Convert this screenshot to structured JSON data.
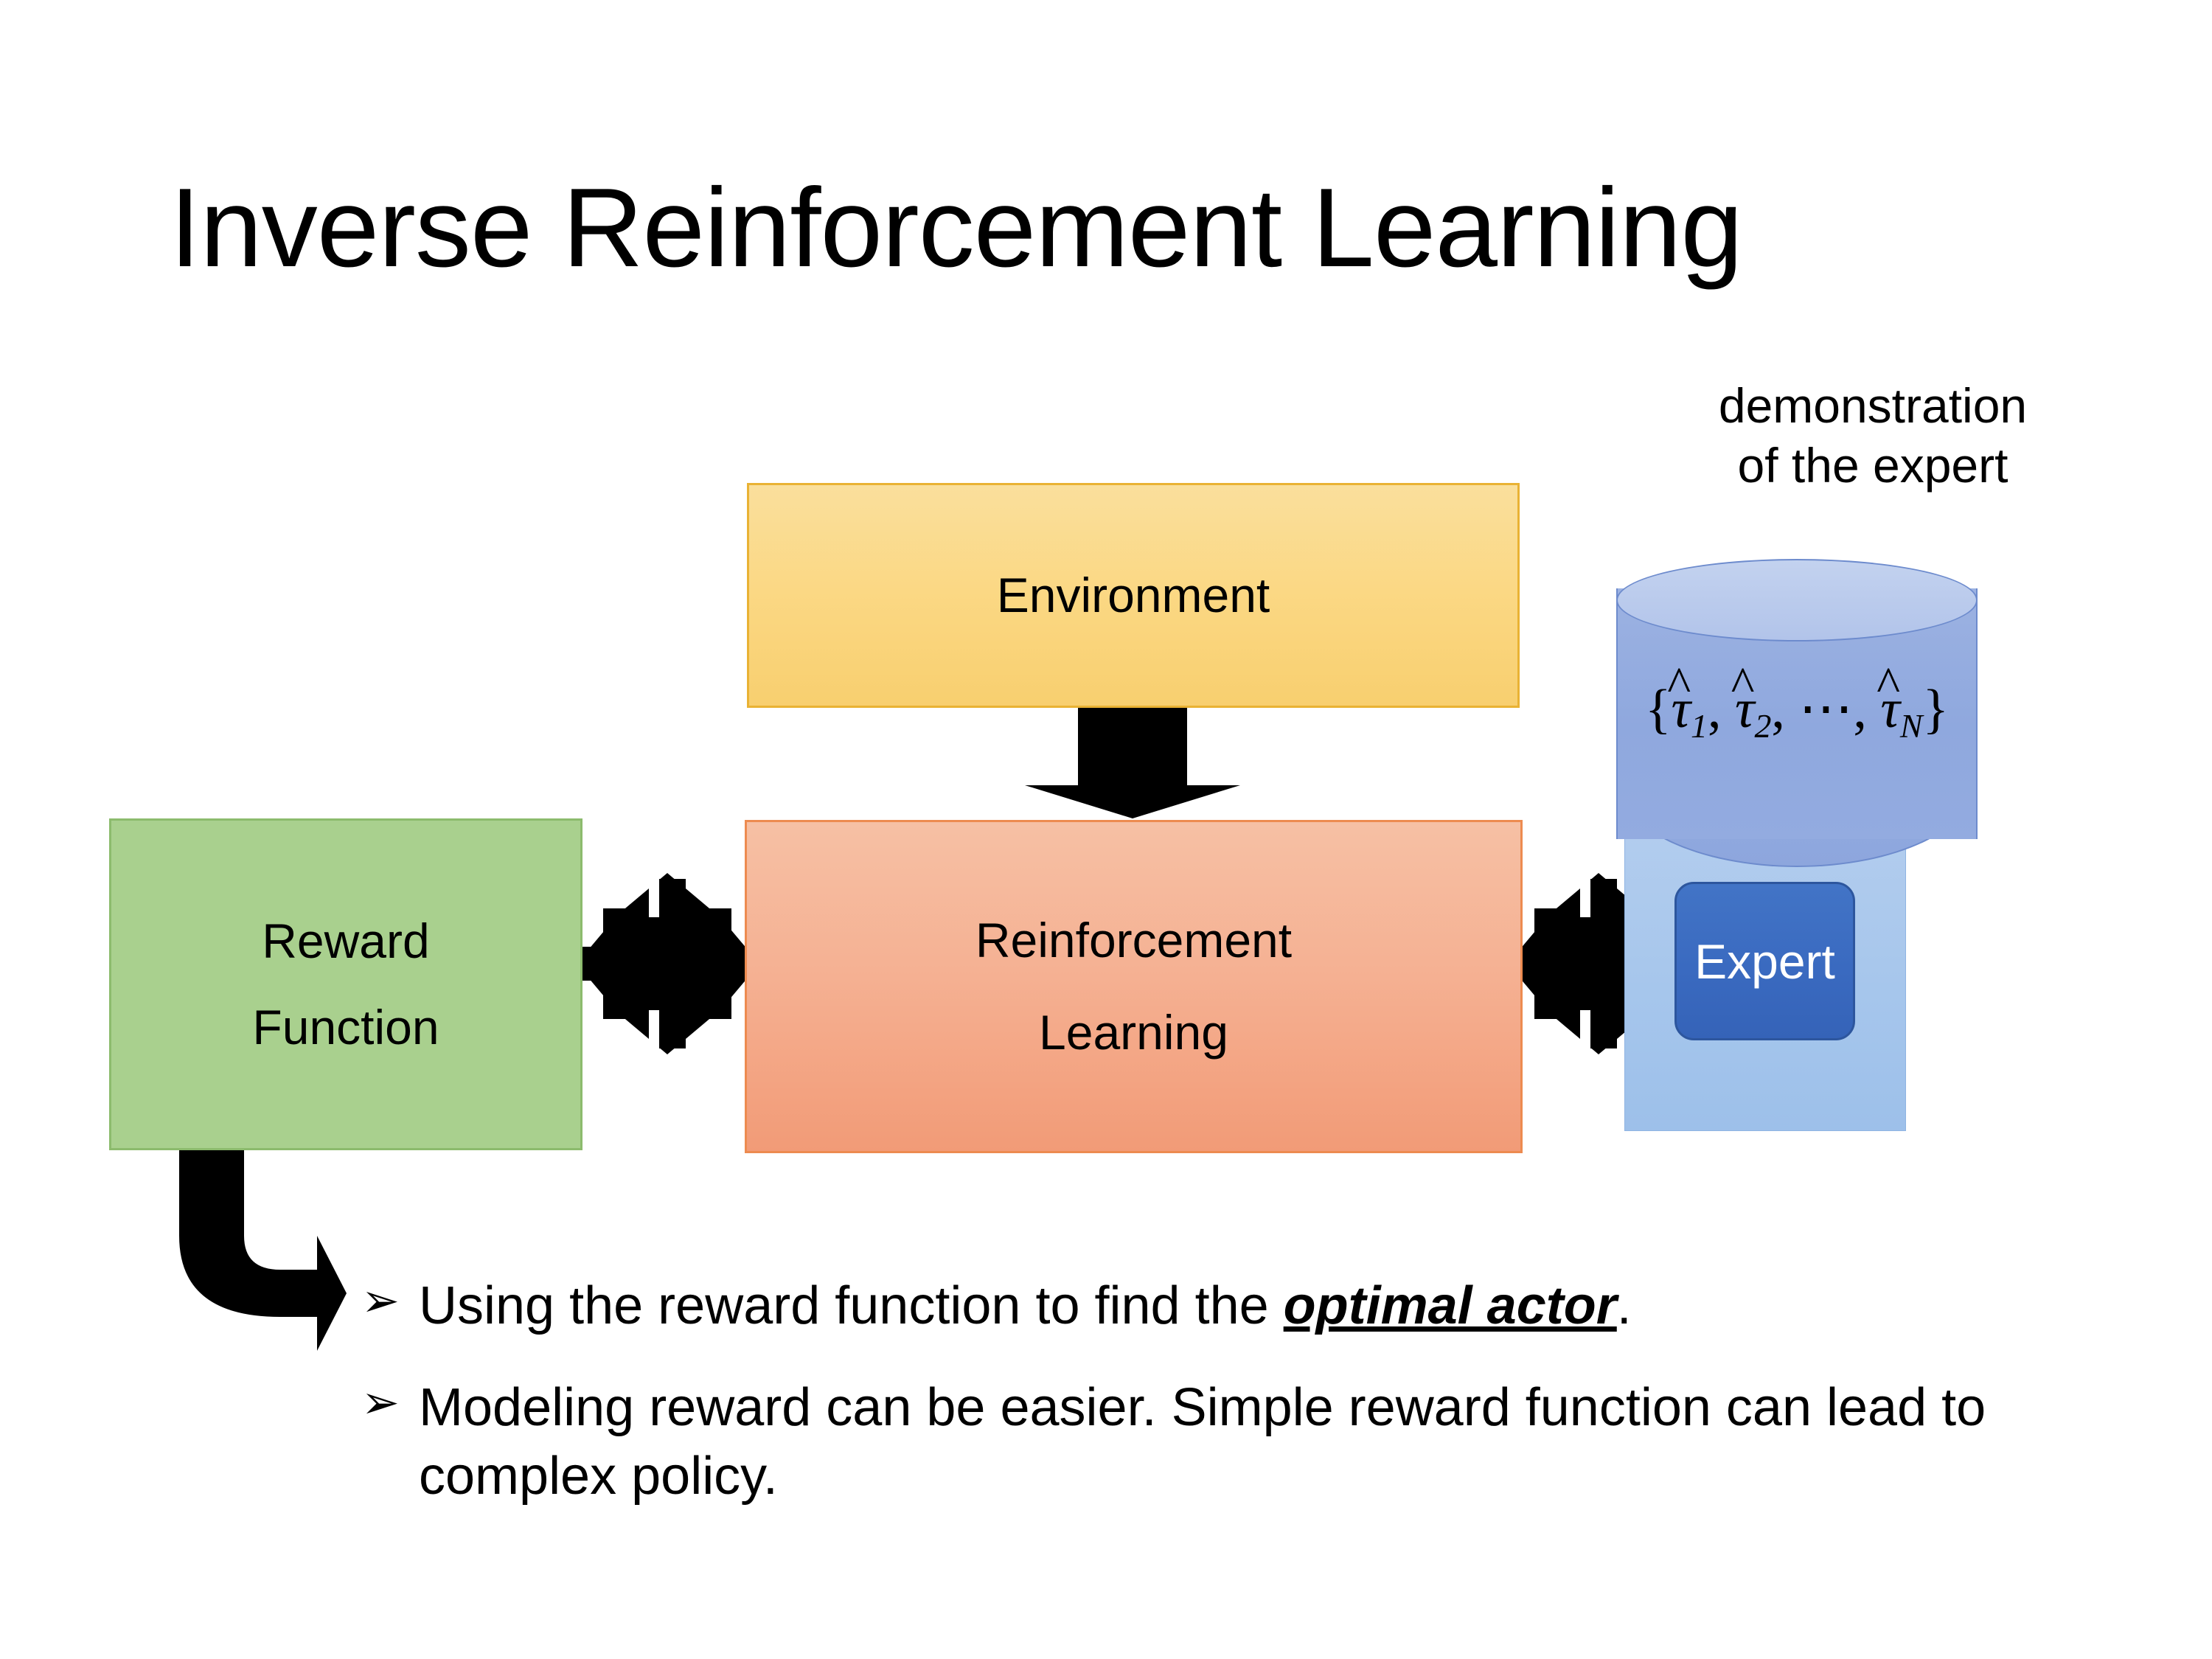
{
  "slide": {
    "title": "Inverse Reinforcement Learning"
  },
  "diagram": {
    "environment_box": {
      "label": "Environment",
      "fill": "#fbd884",
      "border": "#e9b234"
    },
    "rl_box": {
      "label_line1": "Reinforcement",
      "label_line2": "Learning",
      "fill": "#f5b193",
      "border": "#ed8b50"
    },
    "reward_box": {
      "label_line1": "Reward",
      "label_line2": "Function",
      "fill": "#a9d08e",
      "border": "#8cbb6d"
    },
    "demo_caption": {
      "line1": "demonstration",
      "line2": "of the expert"
    },
    "cylinder": {
      "formula_open": "{",
      "tau_hat": "τ",
      "hat": "^",
      "sub1": "1",
      "sub2": "2",
      "subN": "N",
      "comma": ",",
      "ellipsis": "⋯",
      "formula_close": "}",
      "formula_plain": "{τ̂1, τ̂2, ⋯, τ̂N}",
      "fill": "#8fa8de",
      "border": "#6d8bcd"
    },
    "expert_panel": {
      "fill": "#a6c6ec"
    },
    "expert_box": {
      "label": "Expert",
      "fill": "#3a6ac0",
      "text_color": "#ffffff"
    },
    "arrows": {
      "env_to_rl": "down-block-arrow",
      "reward_rl": "quad-arrow",
      "rl_expert": "quad-arrow",
      "reward_to_bullet": "elbow-bent-arrow",
      "color": "#000000"
    }
  },
  "bullets": [
    {
      "marker": "➢",
      "text_before": "Using the reward function to find the ",
      "emphasis": "optimal actor",
      "text_after": "."
    },
    {
      "marker": "➢",
      "text_before": "Modeling reward can be easier. Simple reward function can lead to complex policy.",
      "emphasis": "",
      "text_after": ""
    }
  ]
}
